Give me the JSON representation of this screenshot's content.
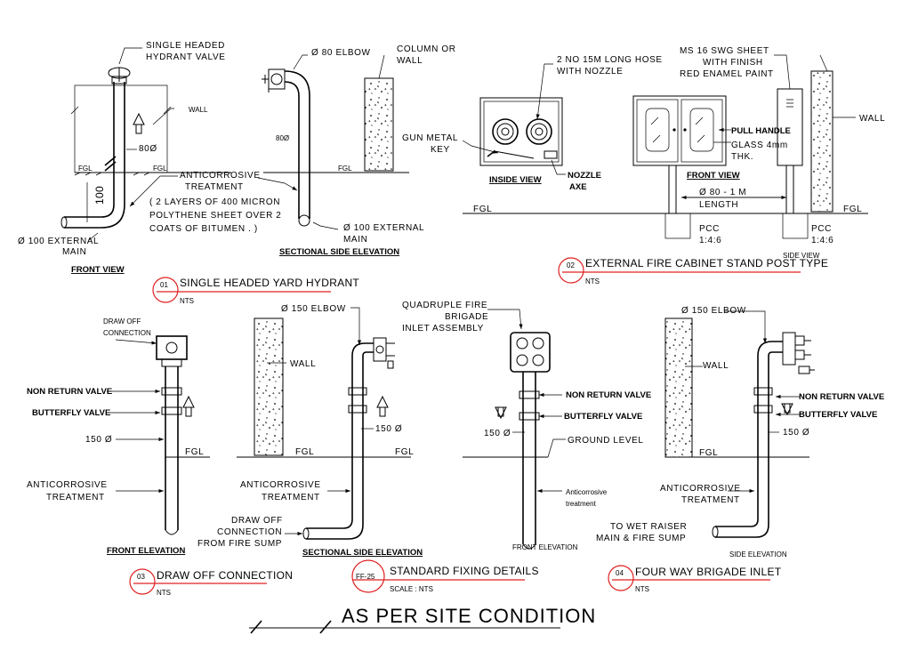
{
  "detail1": {
    "callout": "01",
    "title": "SINGLE HEADED YARD HYDRANT",
    "scale": "NTS",
    "labels": {
      "valve_1": "SINGLE HEADED",
      "valve_2": "HYDRANT VALVE",
      "elbow": "Ø 80 ELBOW",
      "column_1": "COLUMN OR",
      "column_2": "WALL",
      "wall": "WALL",
      "dia_front": "80Ø",
      "dia_side": "80Ø",
      "fgl_1": "FGL",
      "fgl_2": "FGL",
      "fgl_3": "FGL",
      "dim_100": "100",
      "anti_1": "ANTICORROSIVE",
      "anti_2": "TREATMENT",
      "layers_1": "( 2 LAYERS OF 400 MICRON",
      "layers_2": "POLYTHENE  SHEET OVER 2",
      "layers_3": "COATS OF BITUMEN . )",
      "ext_main_front_1": "Ø 100 EXTERNAL",
      "ext_main_front_2": "MAIN",
      "ext_main_side_1": "Ø 100 EXTERNAL",
      "ext_main_side_2": "MAIN",
      "front_view": "FRONT VIEW",
      "side_elev": "SECTIONAL SIDE ELEVATION"
    }
  },
  "detail2": {
    "callout": "02",
    "title": "EXTERNAL FIRE CABINET STAND POST TYPE",
    "scale": "NTS",
    "labels": {
      "hose_1": "2 NO 15M LONG HOSE",
      "hose_2": "WITH NOZZLE",
      "sheet_1": "MS 16 SWG SHEET",
      "sheet_2": "WITH FINISH",
      "sheet_3": "RED ENAMEL PAINT",
      "wall": "WALL",
      "gun_1": "GUN METAL",
      "gun_2": "KEY",
      "pull": "PULL HANDLE",
      "glass_1": "GLASS 4mm",
      "glass_2": "THK.",
      "front_view": "FRONT VIEW",
      "inside_view": "INSIDE VIEW",
      "nozzle": "NOZZLE",
      "axe": "AXE",
      "fgl_1": "FGL",
      "fgl_2": "FGL",
      "len_1": "Ø 80 - 1 M",
      "len_2": "LENGTH",
      "pcc_1a": "PCC",
      "pcc_1b": "1:4:6",
      "pcc_2a": "PCC",
      "pcc_2b": "1:4:6",
      "side_view": "SIDE VIEW"
    }
  },
  "detail3": {
    "callout": "03",
    "title": "DRAW OFF CONNECTION",
    "scale": "NTS",
    "labels": {
      "drawoff_1": "DRAW OFF",
      "drawoff_2": "CONNECTION",
      "nrv": "NON RETURN VALVE",
      "bfv": "BUTTERFLY VALVE",
      "dia": "150 Ø",
      "fgl_1": "FGL",
      "anti_1": "ANTICORROSIVE",
      "anti_2": "TREATMENT",
      "front_elev": "FRONT ELEVATION",
      "elbow": "Ø 150 ELBOW",
      "wall": "WALL",
      "dia_side": "150 Ø",
      "fgl_2": "FGL",
      "fgl_3": "FGL",
      "anti_s1": "ANTICORROSIVE",
      "anti_s2": "TREATMENT",
      "sump_1": "DRAW OFF",
      "sump_2": "CONNECTION",
      "sump_3": "FROM FIRE SUMP",
      "side_elev": "SECTIONAL SIDE ELEVATION"
    }
  },
  "detail4": {
    "callout": "04",
    "title": "FOUR WAY BRIGADE INLET",
    "scale": "NTS",
    "labels": {
      "quad_1": "QUADRUPLE FIRE",
      "quad_2": "BRIGADE",
      "quad_3": "INLET ASSEMBLY",
      "nrv": "NON RETURN VALVE",
      "bfv": "BUTTERFLY VALVE",
      "dia": "150 Ø",
      "ground": "GROUND LEVEL",
      "anti_1": "Anticorrosive",
      "anti_2": "treatment",
      "front_elev": "FRONT ELEVATION",
      "elbow": "Ø 150 ELBOW",
      "wall": "WALL",
      "nrv_side": "NON RETURN VALVE",
      "bfv_side": "BUTTERFLY VALVE",
      "dia_side": "150 Ø",
      "fgl": "FGL",
      "anti_s1": "ANTICORROSIVE",
      "anti_s2": "TREATMENT",
      "riser_1": "TO WET RAISER",
      "riser_2": "MAIN & FIRE SUMP",
      "side_elev": "SIDE ELEVATION"
    }
  },
  "sheet": {
    "ref": "FF-25",
    "title": "STANDARD FIXING DETAILS",
    "scale": "SCALE : NTS",
    "note": "AS PER SITE CONDITION"
  }
}
